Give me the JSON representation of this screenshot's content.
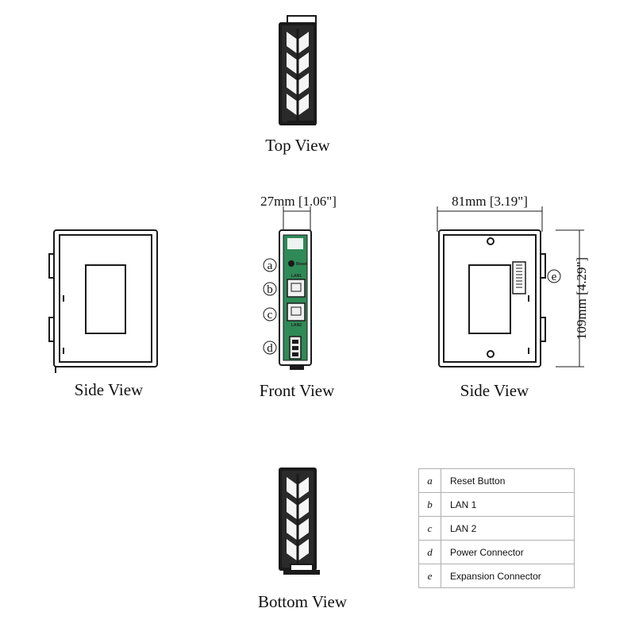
{
  "views": {
    "top": "Top View",
    "front": "Front View",
    "side_left": "Side View",
    "side_right": "Side View",
    "bottom": "Bottom View"
  },
  "dimensions": {
    "width": "27mm [1.06\"]",
    "depth": "81mm [3.19\"]",
    "height": "109mm [4.29\"]"
  },
  "callouts": [
    "a",
    "b",
    "c",
    "d",
    "e"
  ],
  "device_labels": {
    "reset": "Reset",
    "lan1": "LAN1",
    "lan2": "LAN2"
  },
  "legend": [
    {
      "key": "a",
      "label": "Reset Button"
    },
    {
      "key": "b",
      "label": "LAN 1"
    },
    {
      "key": "c",
      "label": "LAN 2"
    },
    {
      "key": "d",
      "label": "Power Connector"
    },
    {
      "key": "e",
      "label": "Expansion Connector"
    }
  ],
  "colors": {
    "pcb_green": "#2f8a57",
    "body_black": "#1a1a1a"
  }
}
